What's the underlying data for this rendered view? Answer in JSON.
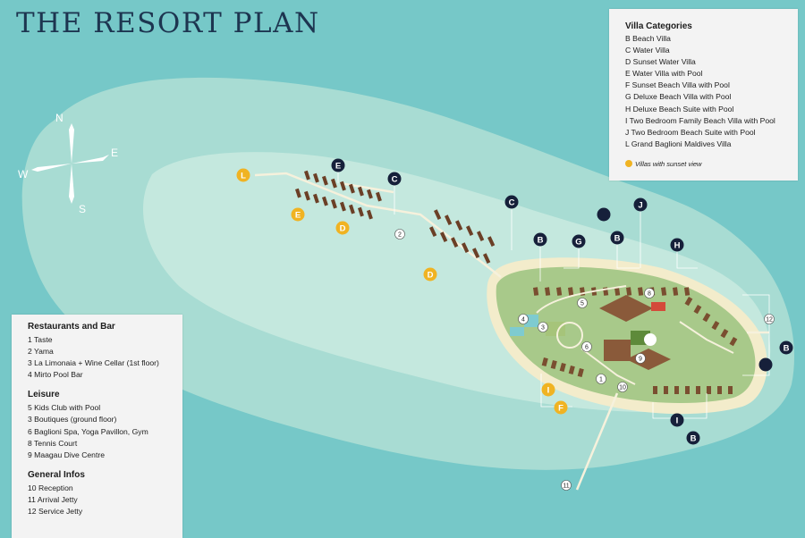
{
  "title": "THE RESORT PLAN",
  "compass": {
    "n": "N",
    "e": "E",
    "s": "S",
    "w": "W"
  },
  "villa_categories": {
    "heading": "Villa Categories",
    "items": [
      "B  Beach Villa",
      "C  Water Villa",
      "D  Sunset Water Villa",
      "E  Water Villa with Pool",
      "F  Sunset Beach Villa with Pool",
      "G  Deluxe Beach Villa with Pool",
      "H  Deluxe Beach Suite with Pool",
      "I  Two Bedroom Family Beach Villa with Pool",
      "J  Two Bedroom Beach Suite with Pool",
      "L  Grand Baglioni Maldives Villa"
    ],
    "sunset_note": "Villas with sunset view"
  },
  "restaurants": {
    "heading": "Restaurants and Bar",
    "items": [
      "1 Taste",
      "2 Yama",
      "3 La Limonaia + Wine Cellar (1st floor)",
      "4 Mirto Pool Bar"
    ]
  },
  "leisure": {
    "heading": "Leisure",
    "items": [
      "5 Kids Club with Pool",
      "3 Boutiques (ground floor)",
      "6 Baglioni Spa, Yoga Pavillon, Gym",
      "8 Tennis Court",
      "9 Maagau Dive Centre"
    ]
  },
  "general": {
    "heading": "General Infos",
    "items": [
      "10 Reception",
      "11 Arrival Jetty",
      "12 Service Jetty"
    ]
  },
  "colors": {
    "sea": "#76c8c8",
    "lagoon": "#a8dcd3",
    "shallow": "#c4e8de",
    "island": "#a8c98a",
    "beach": "#f3eccb",
    "sunset": "#f0b322",
    "navy": "#16203a"
  },
  "map_markers": [
    {
      "name": "marker-l",
      "label": "L",
      "style": "sunset"
    },
    {
      "name": "marker-e-top",
      "label": "E",
      "style": "dark"
    },
    {
      "name": "marker-c-top",
      "label": "C",
      "style": "dark"
    },
    {
      "name": "marker-e-orange",
      "label": "E",
      "style": "sunset"
    },
    {
      "name": "marker-d-top",
      "label": "D",
      "style": "sunset"
    },
    {
      "name": "marker-c-mid",
      "label": "C",
      "style": "dark"
    },
    {
      "name": "marker-d-mid",
      "label": "D",
      "style": "sunset"
    },
    {
      "name": "marker-b-1",
      "label": "B",
      "style": "dark"
    },
    {
      "name": "marker-g",
      "label": "G",
      "style": "dark"
    },
    {
      "name": "marker-blank-1",
      "label": "",
      "style": "dark"
    },
    {
      "name": "marker-b-2",
      "label": "B",
      "style": "dark"
    },
    {
      "name": "marker-j",
      "label": "J",
      "style": "dark"
    },
    {
      "name": "marker-h",
      "label": "H",
      "style": "dark"
    },
    {
      "name": "marker-b-right",
      "label": "B",
      "style": "dark"
    },
    {
      "name": "marker-blank-2",
      "label": "",
      "style": "dark"
    },
    {
      "name": "marker-i-orange",
      "label": "I",
      "style": "sunset"
    },
    {
      "name": "marker-f",
      "label": "F",
      "style": "sunset"
    },
    {
      "name": "marker-i-bottom",
      "label": "I",
      "style": "dark"
    },
    {
      "name": "marker-b-bottom",
      "label": "B",
      "style": "dark"
    }
  ],
  "poi_markers": [
    {
      "name": "poi-1",
      "label": "1"
    },
    {
      "name": "poi-2",
      "label": "2"
    },
    {
      "name": "poi-3",
      "label": "3"
    },
    {
      "name": "poi-4",
      "label": "4"
    },
    {
      "name": "poi-5",
      "label": "5"
    },
    {
      "name": "poi-6",
      "label": "6"
    },
    {
      "name": "poi-8",
      "label": "8"
    },
    {
      "name": "poi-9",
      "label": "9"
    },
    {
      "name": "poi-10",
      "label": "10"
    },
    {
      "name": "poi-11",
      "label": "11"
    },
    {
      "name": "poi-12",
      "label": "12"
    }
  ]
}
